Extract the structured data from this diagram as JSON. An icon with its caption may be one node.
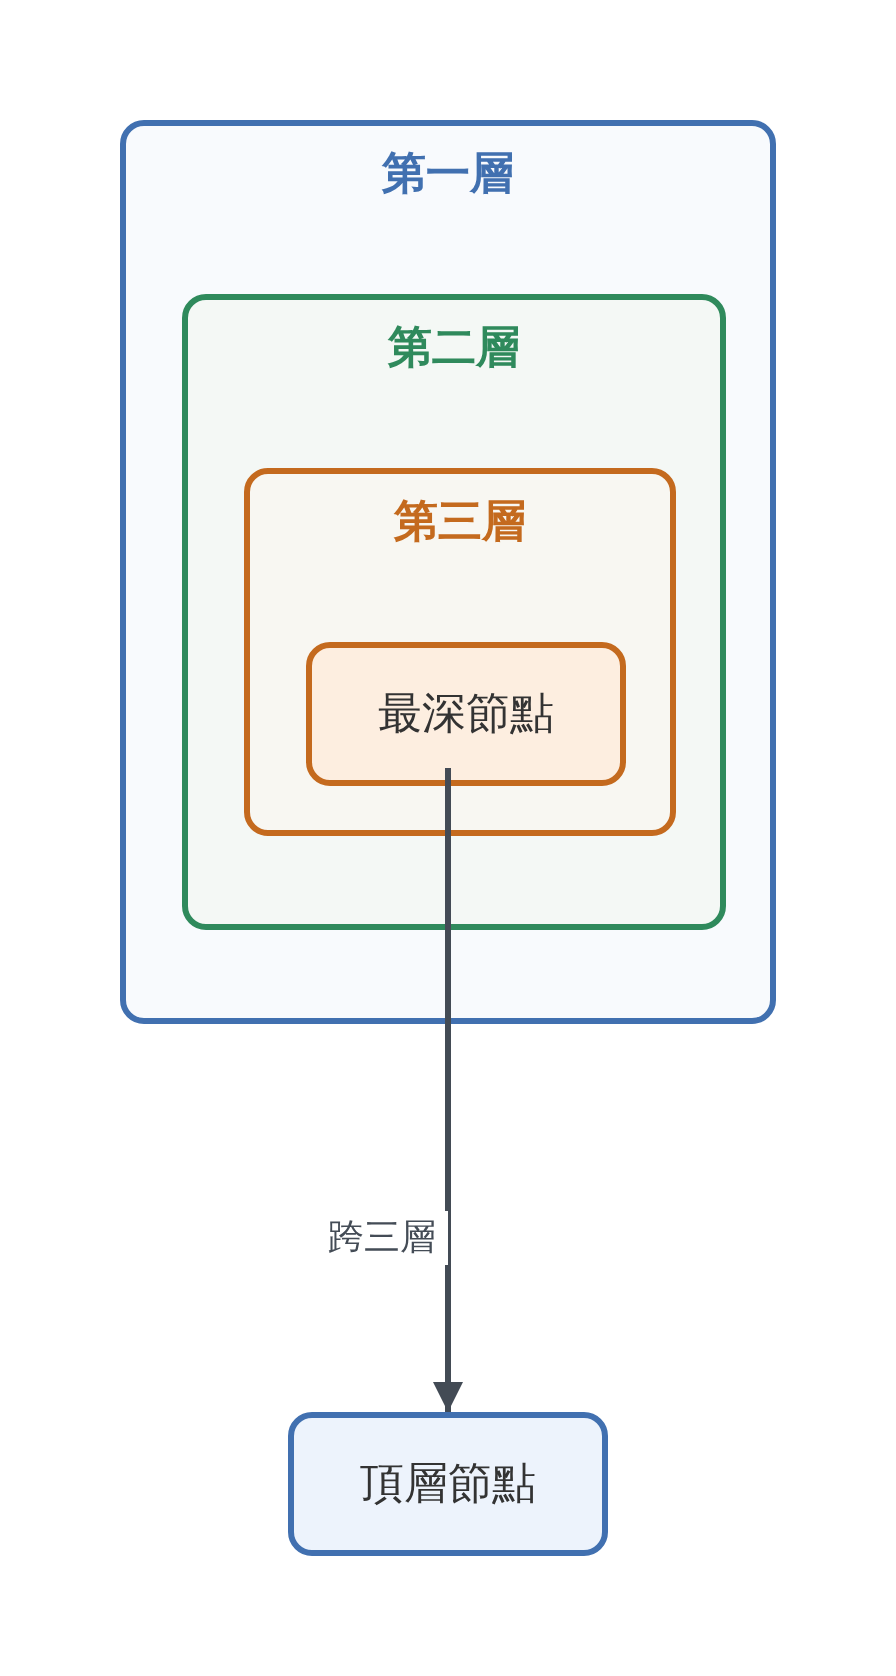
{
  "diagram": {
    "nodes": [
      {
        "text": [
          "第一層"
        ]
      },
      {
        "text": [
          "第二層"
        ],
        "in": 0
      },
      {
        "text": [
          "第三層"
        ],
        "in": 1
      },
      {
        "text": [
          "最深節點"
        ],
        "in": 2
      },
      {
        "text": [
          "頂層節點"
        ]
      }
    ],
    "edges": [
      {
        "from": 3,
        "to": 4,
        "arrow": "to",
        "label": "跨三層"
      }
    ]
  }
}
